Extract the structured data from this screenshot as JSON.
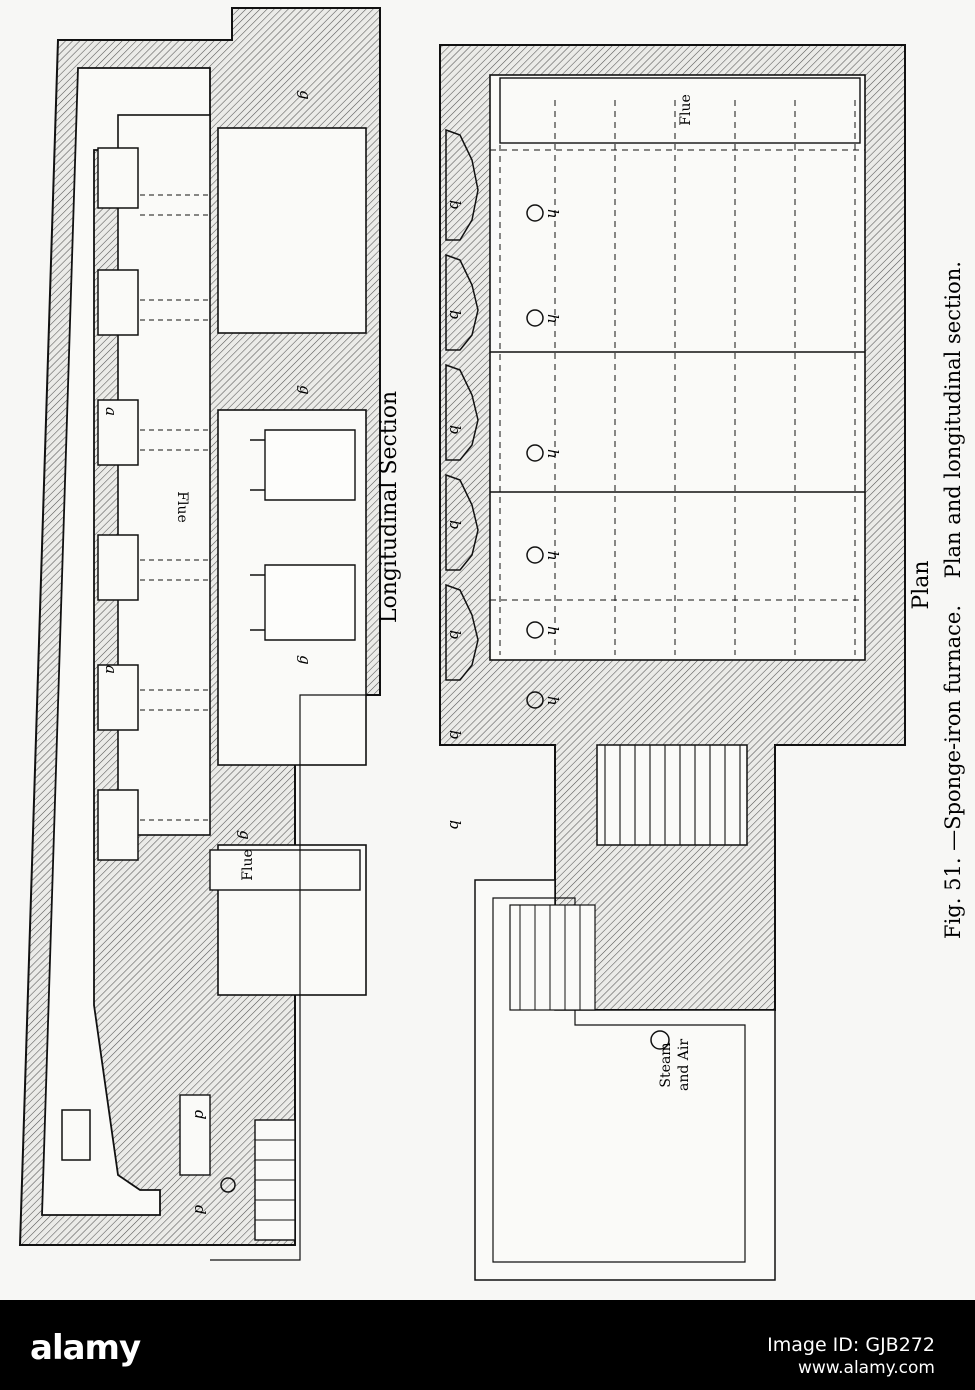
{
  "figure": {
    "caption_prefix": "Fig. 51.",
    "caption_title": "—Sponge-iron furnace.",
    "caption_sub": "Plan and longitudinal section.",
    "plan_label": "Plan",
    "section_label": "Longitudinal Section",
    "flue_top": "Flue",
    "flue_bottom": "Flue",
    "flue_plan": "Flue",
    "steam_line1": "Steam",
    "steam_line2": "and Air"
  },
  "section_letters": {
    "a1": "a",
    "a2": "a",
    "g1": "g",
    "g2": "g",
    "g3": "g",
    "g4": "g",
    "d1": "d",
    "d2": "d"
  },
  "plan_letters": {
    "b": [
      "b",
      "b",
      "b",
      "b",
      "b",
      "b",
      "b"
    ],
    "h": [
      "h",
      "h",
      "h",
      "h",
      "h",
      "h"
    ]
  },
  "banner": {
    "logo": "alamy",
    "image_id": "Image ID: GJB272",
    "url": "www.alamy.com"
  }
}
